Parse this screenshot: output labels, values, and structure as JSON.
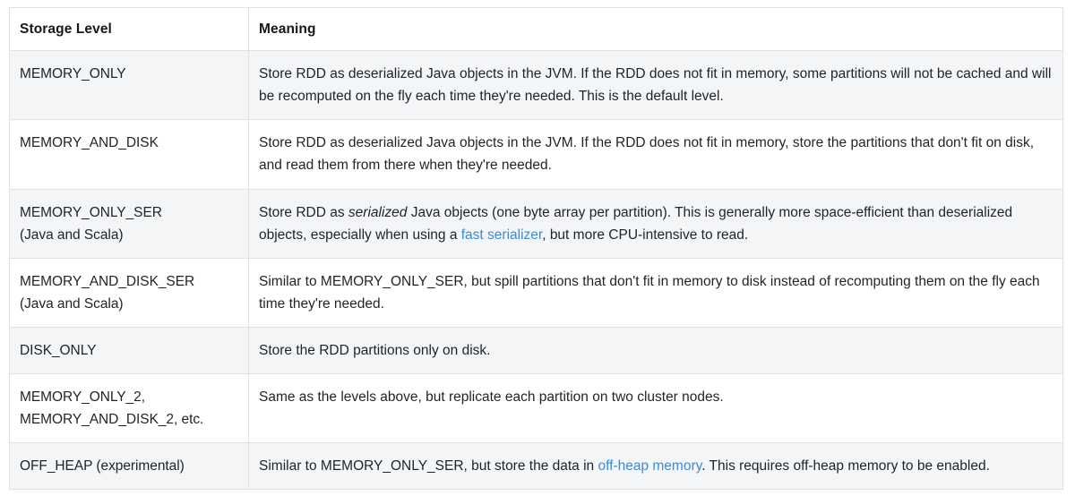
{
  "table": {
    "caption": "",
    "columns": [
      {
        "key": "level",
        "label": "Storage Level"
      },
      {
        "key": "meaning",
        "label": "Meaning"
      }
    ],
    "rows": [
      {
        "level": "MEMORY_ONLY",
        "meaning_parts": [
          {
            "type": "text",
            "text": "Store RDD as deserialized Java objects in the JVM. If the RDD does not fit in memory, some partitions will not be cached and will be recomputed on the fly each time they're needed. This is the default level."
          }
        ],
        "meaning_plain": "Store RDD as deserialized Java objects in the JVM. If the RDD does not fit in memory, some partitions will not be cached and will be recomputed on the fly each time they're needed. This is the default level."
      },
      {
        "level": "MEMORY_AND_DISK",
        "meaning_parts": [
          {
            "type": "text",
            "text": "Store RDD as deserialized Java objects in the JVM. If the RDD does not fit in memory, store the partitions that don't fit on disk, and read them from there when they're needed."
          }
        ],
        "meaning_plain": "Store RDD as deserialized Java objects in the JVM. If the RDD does not fit in memory, store the partitions that don't fit on disk, and read them from there when they're needed."
      },
      {
        "level": "MEMORY_ONLY_SER\n(Java and Scala)",
        "meaning_parts": [
          {
            "type": "text",
            "text": "Store RDD as "
          },
          {
            "type": "em",
            "text": "serialized"
          },
          {
            "type": "text",
            "text": " Java objects (one byte array per partition). This is generally more space-efficient than deserialized objects, especially when using a "
          },
          {
            "type": "link",
            "text": "fast serializer"
          },
          {
            "type": "text",
            "text": ", but more CPU-intensive to read."
          }
        ],
        "meaning_plain": "Store RDD as serialized Java objects (one byte array per partition). This is generally more space-efficient than deserialized objects, especially when using a fast serializer, but more CPU-intensive to read."
      },
      {
        "level": "MEMORY_AND_DISK_SER\n(Java and Scala)",
        "meaning_parts": [
          {
            "type": "text",
            "text": "Similar to MEMORY_ONLY_SER, but spill partitions that don't fit in memory to disk instead of recomputing them on the fly each time they're needed."
          }
        ],
        "meaning_plain": "Similar to MEMORY_ONLY_SER, but spill partitions that don't fit in memory to disk instead of recomputing them on the fly each time they're needed."
      },
      {
        "level": "DISK_ONLY",
        "meaning_parts": [
          {
            "type": "text",
            "text": "Store the RDD partitions only on disk."
          }
        ],
        "meaning_plain": "Store the RDD partitions only on disk."
      },
      {
        "level": "MEMORY_ONLY_2,\nMEMORY_AND_DISK_2, etc.",
        "meaning_parts": [
          {
            "type": "text",
            "text": "Same as the levels above, but replicate each partition on two cluster nodes."
          }
        ],
        "meaning_plain": "Same as the levels above, but replicate each partition on two cluster nodes."
      },
      {
        "level": "OFF_HEAP (experimental)",
        "meaning_parts": [
          {
            "type": "text",
            "text": "Similar to MEMORY_ONLY_SER, but store the data in "
          },
          {
            "type": "link",
            "text": "off-heap memory"
          },
          {
            "type": "text",
            "text": ". This requires off-heap memory to be enabled."
          }
        ],
        "meaning_plain": "Similar to MEMORY_ONLY_SER, but store the data in off-heap memory. This requires off-heap memory to be enabled."
      }
    ]
  },
  "colors": {
    "link": "#3b8bd9",
    "text": "#1f2328",
    "border": "#dfe2e5",
    "row_stripe": "#f3f5f6",
    "row_plain": "#ffffff",
    "background": "#ffffff"
  }
}
